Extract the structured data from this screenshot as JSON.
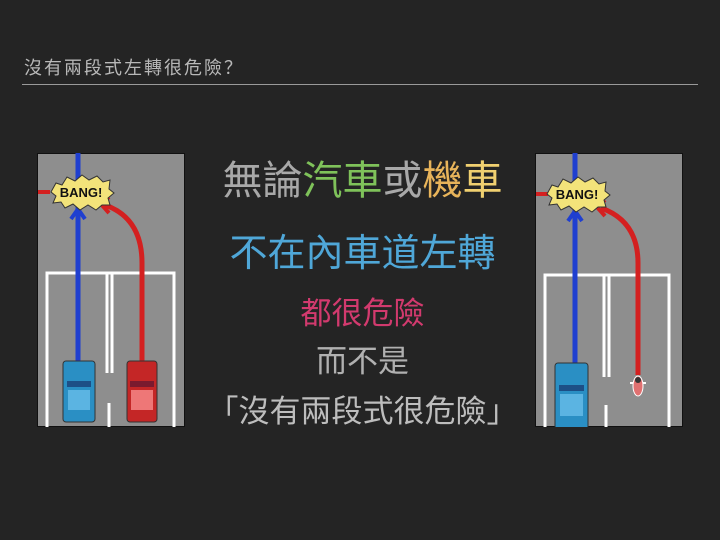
{
  "slide": {
    "title": "沒有兩段式左轉很危險？",
    "line1": [
      {
        "text": "無論",
        "color": "#a8a8a8"
      },
      {
        "text": "汽車",
        "color": "#7fc25a"
      },
      {
        "text": "或",
        "color": "#a8a8a8"
      },
      {
        "text": "機",
        "color": "#e8b45a"
      },
      {
        "text": "車",
        "color": "#f0d070"
      }
    ],
    "line2": "不在內車道左轉",
    "line3": "都很危險",
    "line4": "而不是",
    "line5": "「沒有兩段式很危險」"
  },
  "diagrams": {
    "left": {
      "bang": "BANG!",
      "vehicle": "car"
    },
    "right": {
      "bang": "BANG!",
      "vehicle": "motorcycle"
    }
  },
  "colors": {
    "road": "#8e8e8e",
    "blue_path": "#1f3fd0",
    "red_path": "#d42020",
    "bang_fill": "#f3e37a"
  }
}
